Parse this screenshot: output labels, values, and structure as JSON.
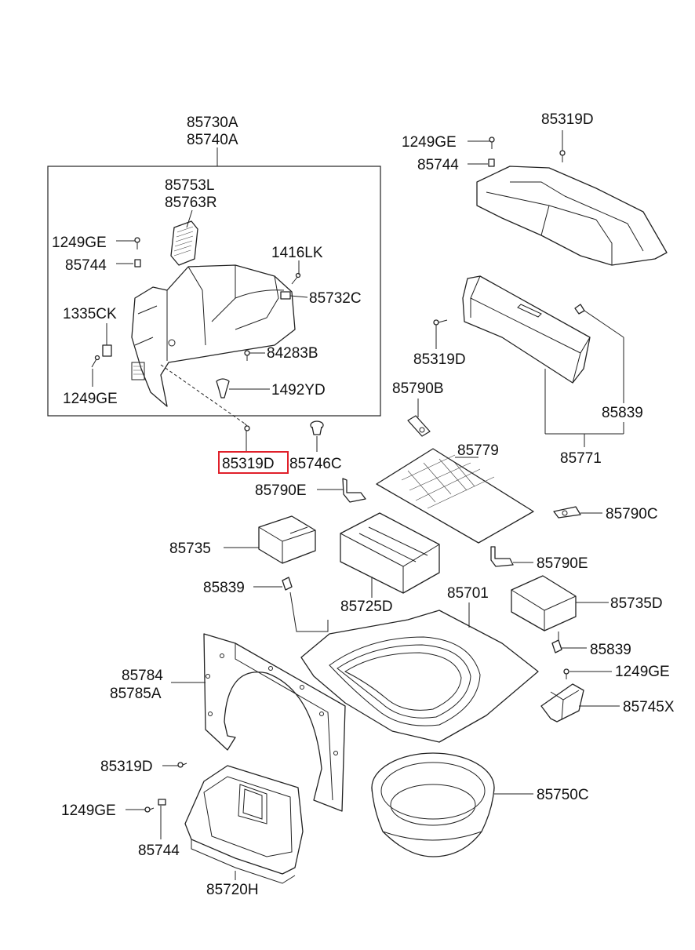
{
  "highlight_color": "#e0202a",
  "labels": {
    "l_85730A": "85730A",
    "l_85740A": "85740A",
    "l_85753L": "85753L",
    "l_85763R": "85763R",
    "l_1249GE_a": "1249GE",
    "l_85744_a": "85744",
    "l_1416LK": "1416LK",
    "l_85732C": "85732C",
    "l_1335CK": "1335CK",
    "l_84283B": "84283B",
    "l_1249GE_b": "1249GE",
    "l_1492YD": "1492YD",
    "l_85319D_sel": "85319D",
    "l_85746C": "85746C",
    "l_85319D_top": "85319D",
    "l_1249GE_top": "1249GE",
    "l_85744_top": "85744",
    "l_85319D_mid": "85319D",
    "l_85839_a": "85839",
    "l_85771": "85771",
    "l_85790B": "85790B",
    "l_85779": "85779",
    "l_85790E_a": "85790E",
    "l_85790C": "85790C",
    "l_85790E_b": "85790E",
    "l_85735": "85735",
    "l_85839_b": "85839",
    "l_85725D": "85725D",
    "l_85701": "85701",
    "l_85735D": "85735D",
    "l_85839_c": "85839",
    "l_1249GE_c": "1249GE",
    "l_85745X": "85745X",
    "l_85784": "85784",
    "l_85785A": "85785A",
    "l_85319D_low": "85319D",
    "l_1249GE_d": "1249GE",
    "l_85744_low": "85744",
    "l_85750C": "85750C",
    "l_85720H": "85720H"
  }
}
